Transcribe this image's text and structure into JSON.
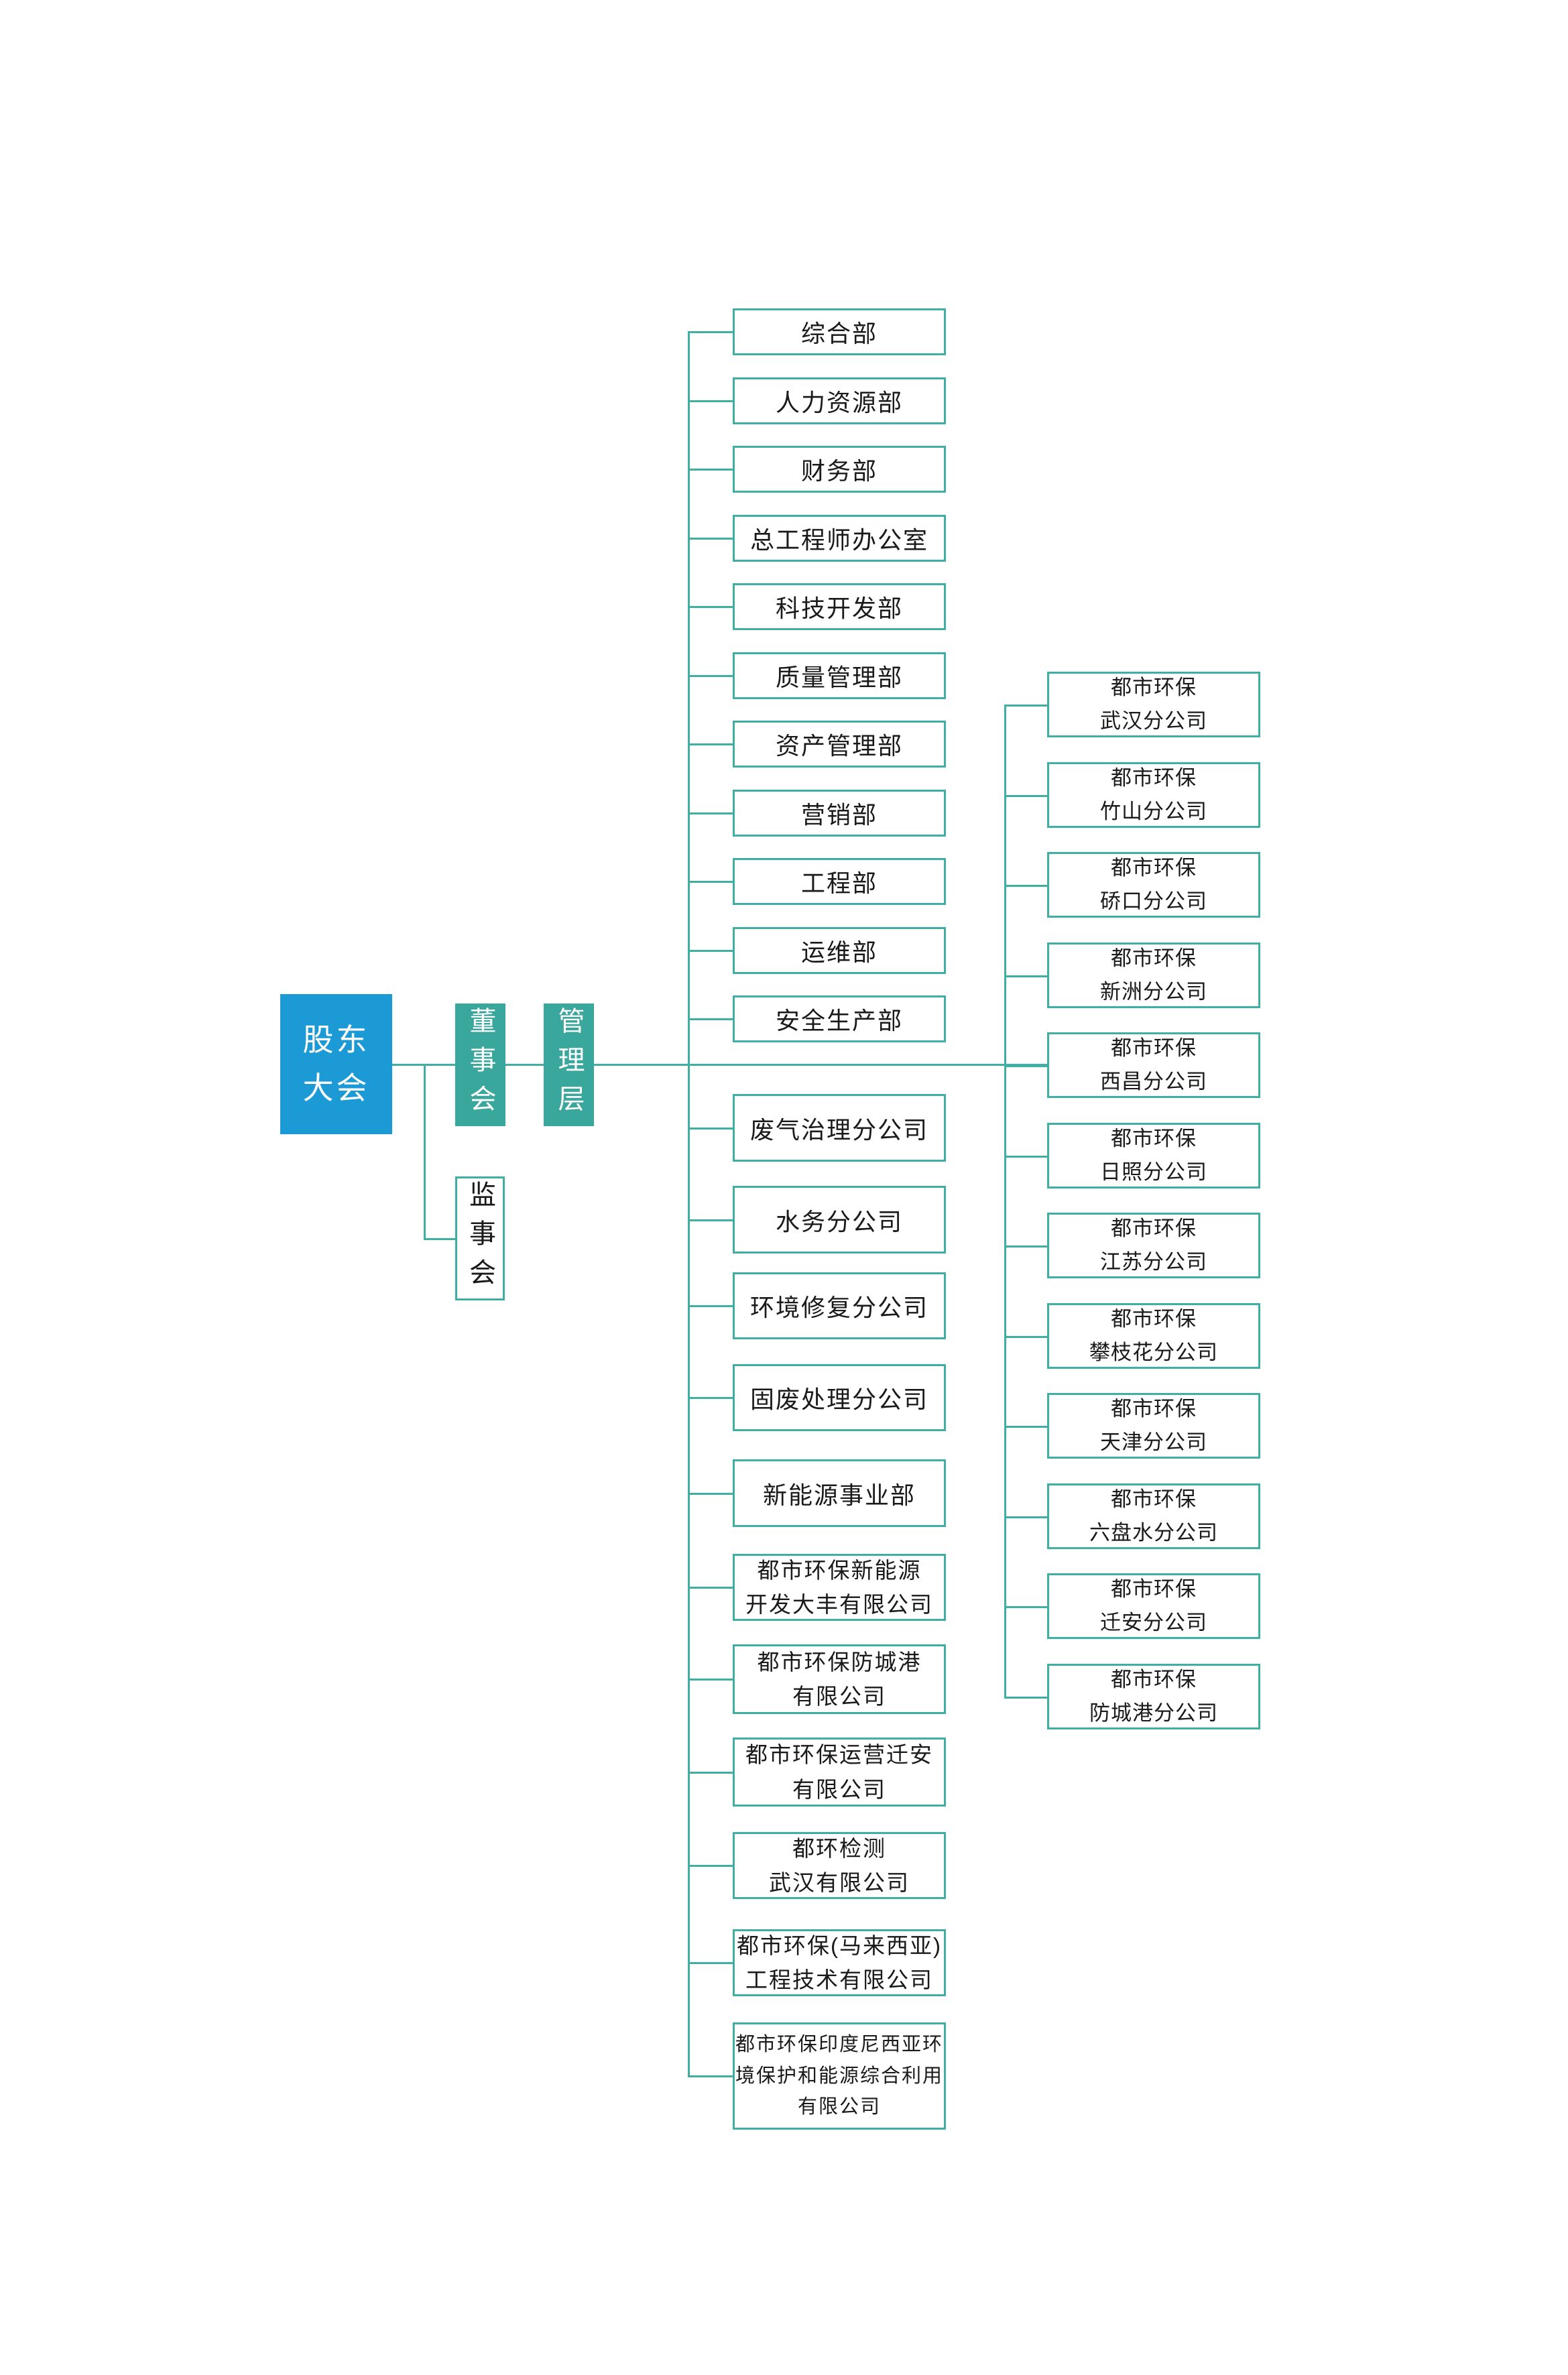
{
  "governance": {
    "shareholders": "股东大会",
    "board": "董事会",
    "management": "管理层",
    "supervisors": "监事会"
  },
  "colors": {
    "root_blue": "#1C9AD6",
    "governance_teal": "#3AA79C",
    "connector_teal": "#3FAEA3",
    "text_black": "#1a1a1a"
  },
  "departments": [
    "综合部",
    "人力资源部",
    "财务部",
    "总工程师办公室",
    "科技开发部",
    "质量管理部",
    "资产管理部",
    "营销部",
    "工程部",
    "运维部",
    "安全生产部"
  ],
  "subsidiaries": [
    [
      "废气治理分公司"
    ],
    [
      "水务分公司"
    ],
    [
      "环境修复分公司"
    ],
    [
      "固废处理分公司"
    ],
    [
      "新能源事业部"
    ],
    [
      "都市环保新能源",
      "开发大丰有限公司"
    ],
    [
      "都市环保防城港",
      "有限公司"
    ],
    [
      "都市环保运营迁安",
      "有限公司"
    ],
    [
      "都环检测",
      "武汉有限公司"
    ],
    [
      "都市环保(马来西亚)",
      "工程技术有限公司"
    ],
    [
      "都市环保印度尼西亚环",
      "境保护和能源综合利用",
      "有限公司"
    ]
  ],
  "branches": [
    [
      "都市环保",
      "武汉分公司"
    ],
    [
      "都市环保",
      "竹山分公司"
    ],
    [
      "都市环保",
      "硚口分公司"
    ],
    [
      "都市环保",
      "新洲分公司"
    ],
    [
      "都市环保",
      "西昌分公司"
    ],
    [
      "都市环保",
      "日照分公司"
    ],
    [
      "都市环保",
      "江苏分公司"
    ],
    [
      "都市环保",
      "攀枝花分公司"
    ],
    [
      "都市环保",
      "天津分公司"
    ],
    [
      "都市环保",
      "六盘水分公司"
    ],
    [
      "都市环保",
      "迁安分公司"
    ],
    [
      "都市环保",
      "防城港分公司"
    ]
  ]
}
